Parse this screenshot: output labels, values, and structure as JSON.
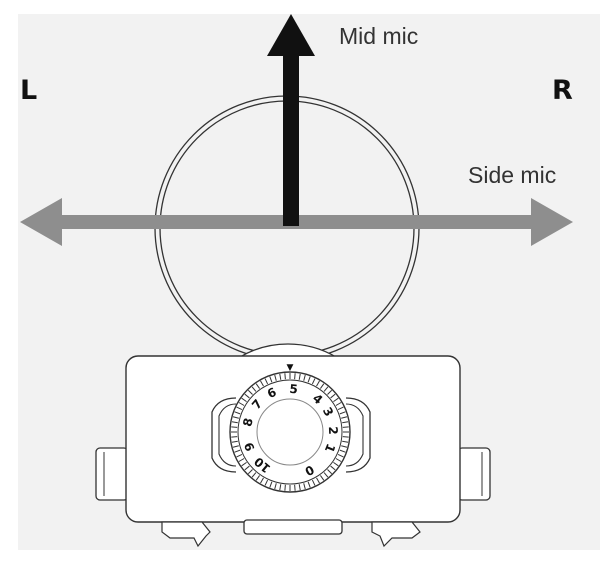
{
  "labels": {
    "left": "L",
    "right": "R",
    "mid_mic": "Mid mic",
    "side_mic": "Side mic"
  },
  "dial": {
    "numbers": [
      "0",
      "1",
      "2",
      "3",
      "4",
      "5",
      "6",
      "7",
      "8",
      "9",
      "10"
    ],
    "pointer": "▼"
  },
  "colors": {
    "background": "#f2f2f2",
    "mid_arrow": "#111111",
    "side_arrow": "#8e8e8e",
    "outline": "#333333",
    "body_fill": "#ffffff"
  }
}
